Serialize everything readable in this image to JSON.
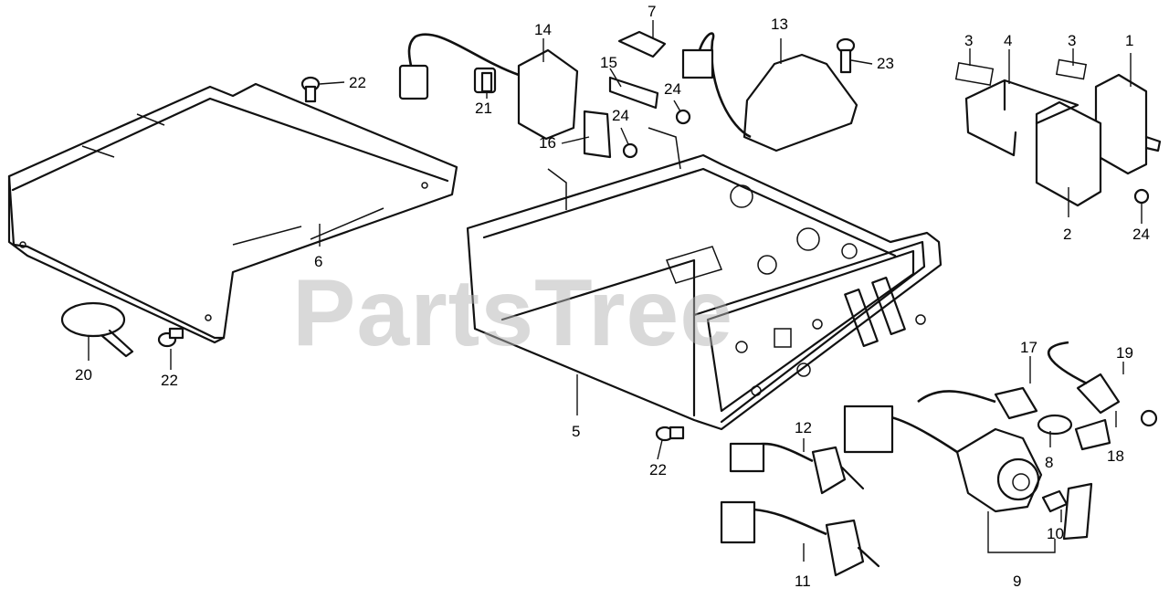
{
  "watermark": "PartsTree",
  "colors": {
    "line": "#111111",
    "background": "#ffffff",
    "watermark": "#b4b4b4"
  },
  "callouts": {
    "1": "1",
    "2": "2",
    "3a": "3",
    "3b": "3",
    "4": "4",
    "5": "5",
    "6": "6",
    "7": "7",
    "8": "8",
    "9": "9",
    "10": "10",
    "11": "11",
    "12": "12",
    "13": "13",
    "14": "14",
    "15": "15",
    "16": "16",
    "17": "17",
    "18": "18",
    "19": "19",
    "20": "20",
    "21": "21",
    "22a": "22",
    "22b": "22",
    "22c": "22",
    "23": "23",
    "24a": "24",
    "24b": "24",
    "24c": "24"
  }
}
